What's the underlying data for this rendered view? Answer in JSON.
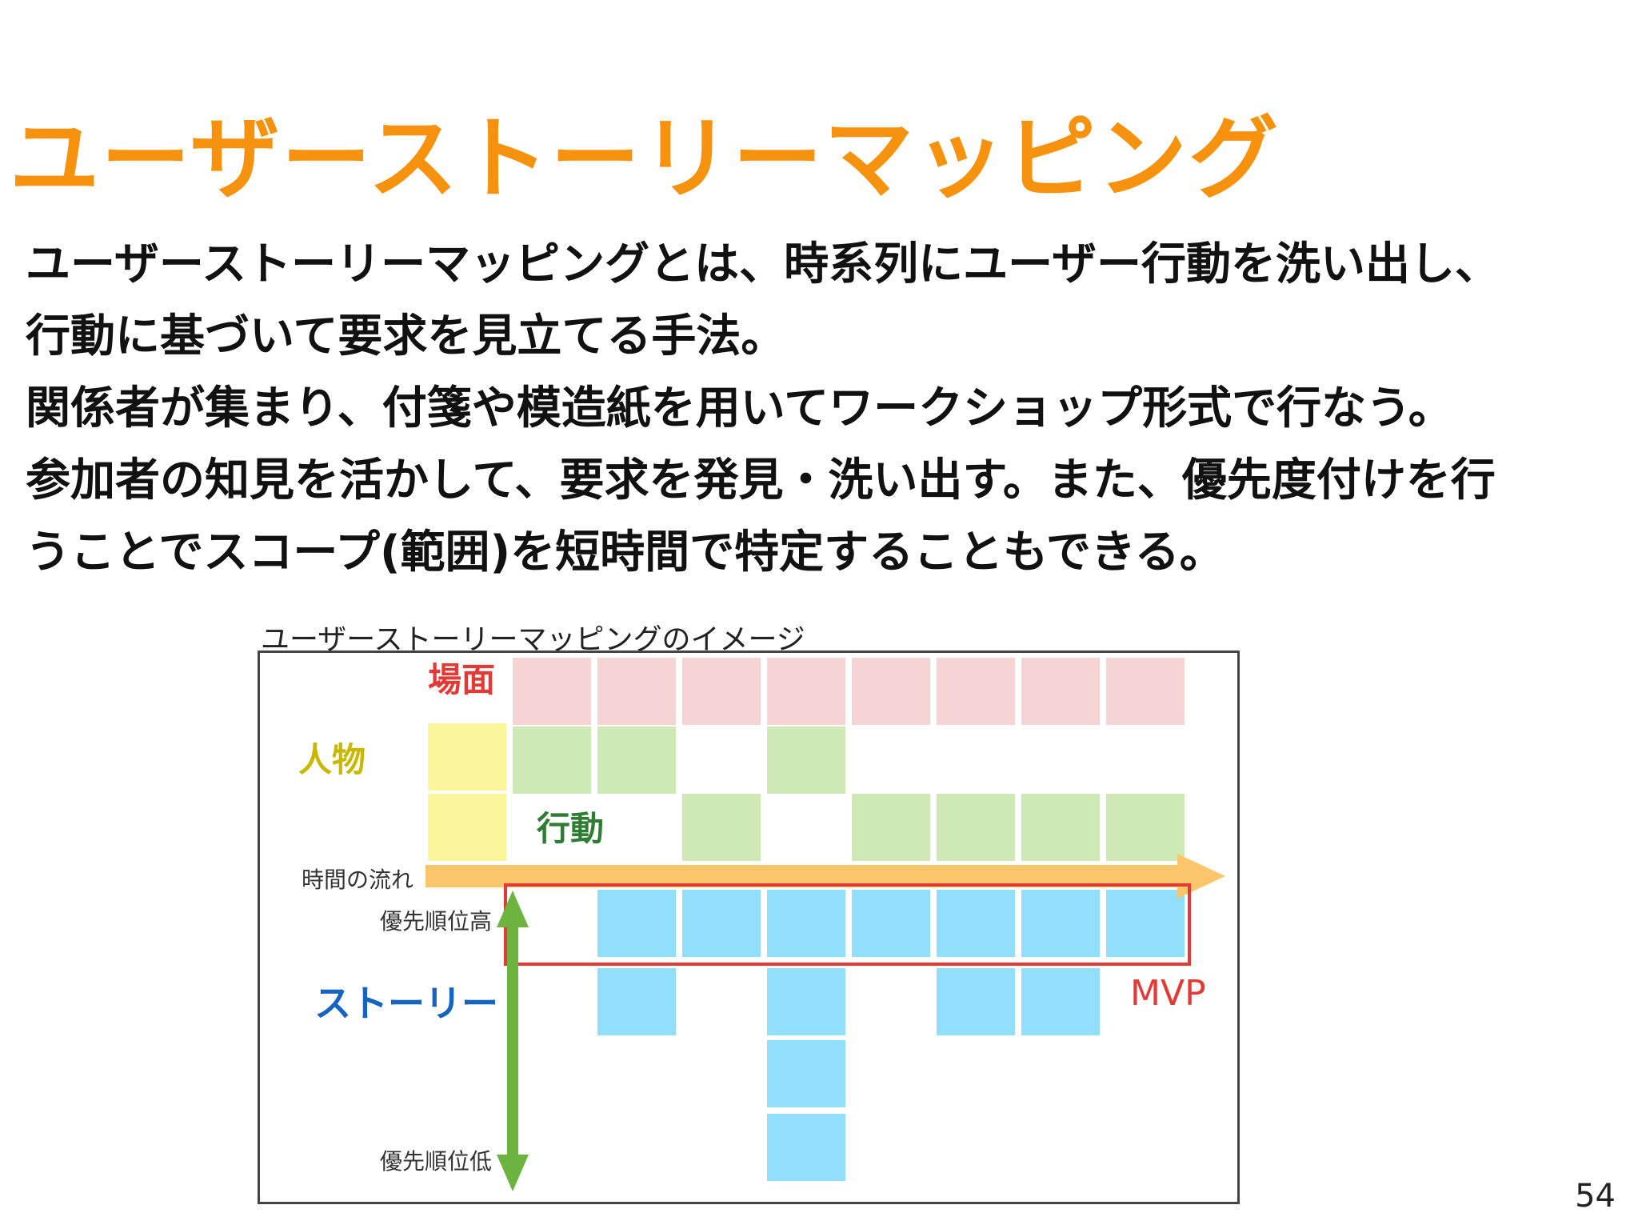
{
  "slide": {
    "title": "ユーザーストーリーマッピング",
    "paragraph_lines": [
      "ユーザーストーリーマッピングとは、時系列にユーザー行動を洗い出し、",
      "行動に基づいて要求を見立てる手法。",
      "関係者が集まり、付箋や模造紙を用いてワークショップ形式で行なう。",
      "参加者の知見を活かして、要求を発見・洗い出す。また、優先度付けを行",
      "うことでスコープ(範囲)を短時間で特定することもできる。"
    ],
    "page_number": "54"
  },
  "diagram": {
    "caption": "ユーザーストーリーマッピングのイメージ",
    "label_scene": "場面",
    "label_person": "人物",
    "label_action": "行動",
    "label_time": "時間の流れ",
    "label_priority_high": "優先順位高",
    "label_priority_low": "優先順位低",
    "label_story": "ストーリー",
    "label_mvp": "MVP",
    "colors": {
      "scene": "#f7d4d4",
      "person": "#fbf59c",
      "action": "#cfe9b6",
      "story": "#91dffa",
      "time_arrow": "#fbc56c",
      "priority_arrow": "#6db33f",
      "mvp": "#e53935",
      "story_label": "#1565c0",
      "scene_label": "#e53935",
      "person_label": "#c9b800",
      "action_label": "#2e7d32"
    }
  }
}
